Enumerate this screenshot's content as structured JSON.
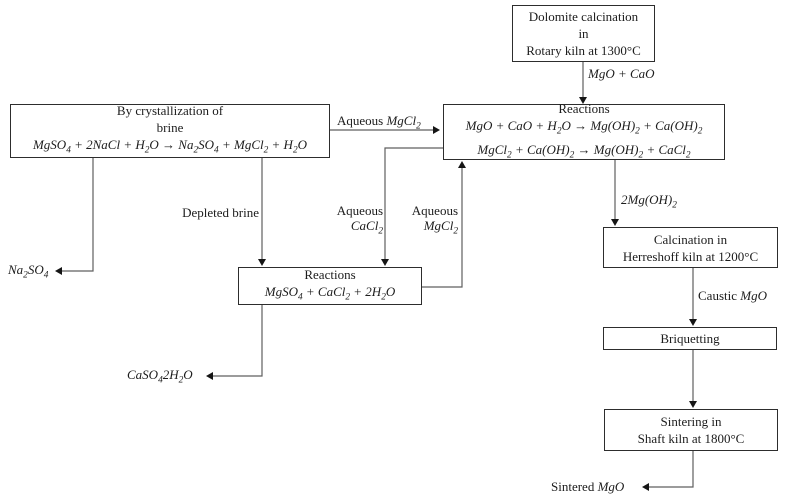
{
  "diagram": {
    "boxes": {
      "dolomite": {
        "line1": "Dolomite calcination",
        "line2": "in",
        "line3": "Rotary kiln at 1300°C"
      },
      "brine": {
        "line1": "By crystallization of",
        "line2": "brine",
        "formula": "MgSO_4 + 2NaCl + H_2O → Na_2SO_4 + MgCl_2 + H_2O"
      },
      "hydroxide_reactions": {
        "title": "Reactions",
        "formula1": "MgO + CaO + H_2O → Mg(OH)_2 + Ca(OH)_2",
        "formula2": "MgCl_2 + Ca(OH)_2 → Mg(OH)_2 + CaCl_2"
      },
      "sulfate_reactions": {
        "title": "Reactions",
        "formula": "MgSO_4 + CaCl_2 + 2H_2O"
      },
      "calcination": {
        "line1": "Calcination in",
        "line2": "Herreshoff kiln at 1200°C"
      },
      "briquetting": {
        "label": "Briquetting"
      },
      "sintering": {
        "line1": "Sintering in",
        "line2": "Shaft kiln at 1800°C"
      }
    },
    "labels": {
      "mgo_cao": "MgO + CaO",
      "aqueous_mgcl2_feed": {
        "prefix": "Aqueous ",
        "formula": "MgCl_2"
      },
      "depleted_brine": "Depleted brine",
      "aqueous_cacl2": {
        "word": "Aqueous",
        "formula": "CaCl_2"
      },
      "aqueous_mgcl2_recycle": {
        "word": "Aqueous",
        "formula": "MgCl_2"
      },
      "na2so4": "Na_2SO_4",
      "caso4_2h2o": "CaSO_42H_2O",
      "mg_oh_2": "2Mg(OH)_2",
      "caustic_mgo": {
        "prefix": "Caustic ",
        "formula": "MgO"
      },
      "sintered_mgo": {
        "prefix": "Sintered ",
        "formula": "MgO"
      }
    },
    "colors": {
      "background": "#ffffff",
      "box_border": "#2d2d2d",
      "edge_line": "#5f5f5f",
      "arrowhead": "#151515",
      "text": "#1c1c1c"
    }
  }
}
